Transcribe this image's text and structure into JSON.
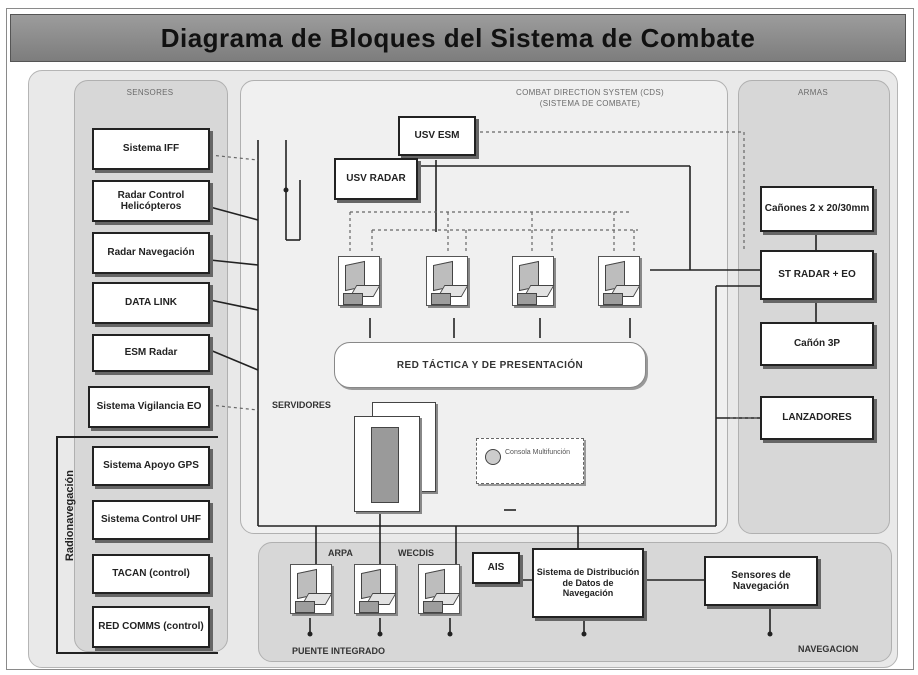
{
  "title": "Diagrama de Bloques del Sistema de Combate",
  "panels": {
    "sensors": "SENSORES",
    "combat_direction": "COMBAT DIRECTION SYSTEM (CDS)",
    "combat_direction_sub": "(SISTEMA DE COMBATE)",
    "weapons": "ARMAS",
    "navigation": "NAVEGACION"
  },
  "sensors": {
    "sistema_iff": "Sistema IFF",
    "radar_control_helicopteros": "Radar Control Helicópteros",
    "radar_navegacion": "Radar Navegación",
    "data_link": "DATA LINK",
    "esm_radar": "ESM Radar",
    "sistema_vigilancia_eo": "Sistema Vigilancia EO"
  },
  "navigation_group": {
    "label": "Radionavegación",
    "sistema_apoyo_gps": "Sistema Apoyo GPS",
    "sistema_control_uhf": "Sistema Control UHF",
    "tacan": "TACAN (control)",
    "com_comms": "RED COMMS (control)"
  },
  "cds": {
    "usv_esm": "USV ESM",
    "usv_radar": "USV RADAR",
    "red_tactica": "RED TÁCTICA Y DE PRESENTACIÓN",
    "servidores": "SERVIDORES",
    "consola_descripcion": "Consola Multifunción"
  },
  "weapons": {
    "canones": "Cañones 2 x 20/30mm",
    "st_radar": "ST RADAR + EO",
    "canon_3p": "Cañón 3P",
    "lanzadores": "LANZADORES"
  },
  "bottom": {
    "arpa": "ARPA",
    "wecdis": "WECDIS",
    "ais": "AIS",
    "sistema_distribucion": "Sistema de Distribución de Datos de Navegación",
    "sensores_navegacion": "Sensores de Navegación",
    "puente_integrado": "PUENTE INTEGRADO",
    "navegacion": "NAVEGACION"
  }
}
